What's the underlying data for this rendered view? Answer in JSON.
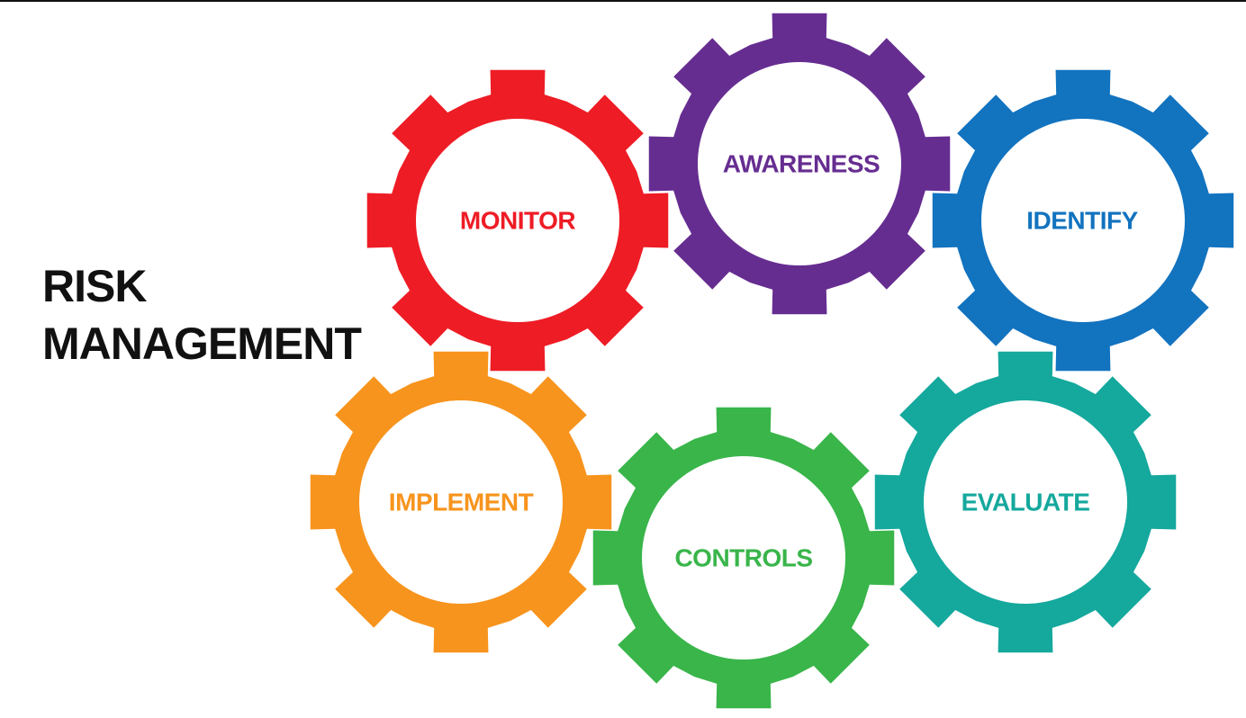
{
  "title": {
    "line1": "RISK",
    "line2": "MANAGEMENT",
    "color": "#111111"
  },
  "gears": [
    {
      "id": "monitor",
      "label": "MONITOR",
      "color": "#ee1c25"
    },
    {
      "id": "awareness",
      "label": "AWARENESS",
      "color": "#662d91"
    },
    {
      "id": "identify",
      "label": "IDENTIFY",
      "color": "#1273bf"
    },
    {
      "id": "implement",
      "label": "IMPLEMENT",
      "color": "#f7941d"
    },
    {
      "id": "controls",
      "label": "CONTROLS",
      "color": "#39b54a"
    },
    {
      "id": "evaluate",
      "label": "EVALUATE",
      "color": "#15a89d"
    }
  ]
}
